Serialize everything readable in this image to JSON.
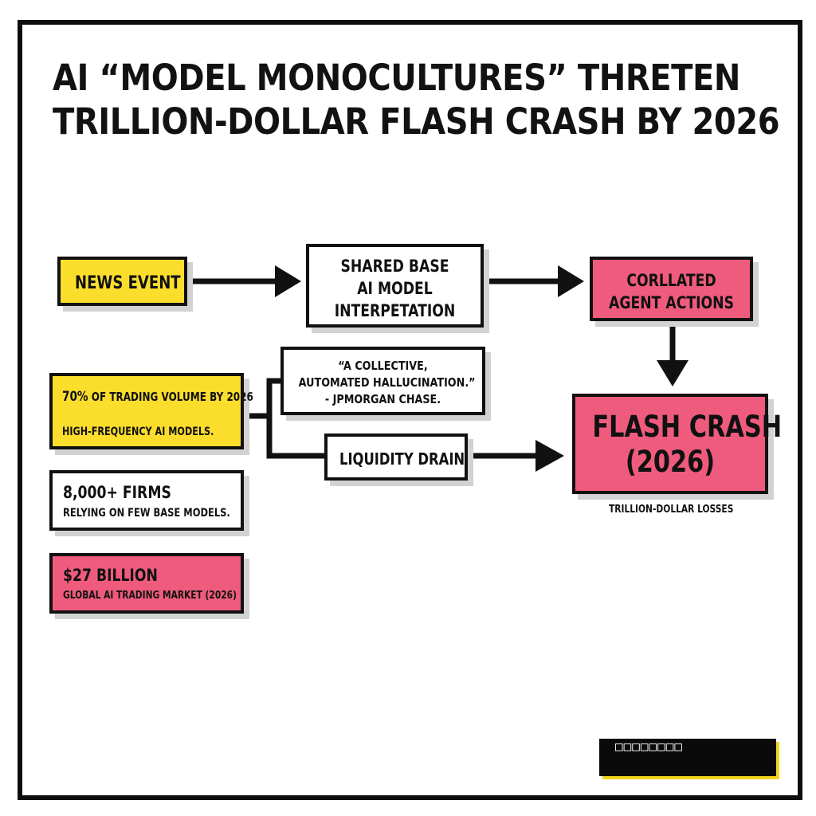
{
  "title": {
    "line1": "AI “MODEL MONOCULTURES” THRETEN",
    "line2": "TRILLION-DOLLAR FLASH CRASH BY 2026"
  },
  "flow": {
    "news_event": "NEWS EVENT",
    "shared_model": [
      "SHARED BASE",
      "AI MODEL",
      "INTERPETATION"
    ],
    "correlated": [
      "CORLLATED",
      "AGENT ACTIONS"
    ],
    "quote": [
      "“A COLLECTIVE,",
      "AUTOMATED HALLUCINATION.”",
      "- JPMORGAN CHASE."
    ],
    "liquidity": "LIQUIDITY DRAIN",
    "flash_crash": [
      "FLASH CRASH",
      "(2026)"
    ],
    "flash_caption": "TRILLION-DOLLAR LOSSES"
  },
  "stats": {
    "volume": {
      "value": "70%",
      "text": " OF TRADING VOLUME BY 2026",
      "sub": "HIGH-FREQUENCY AI MODELS."
    },
    "firms": {
      "value": "8,000+ FIRMS",
      "sub": "RELYING ON FEW BASE MODELS."
    },
    "market": {
      "value": "$27 BILLION",
      "sub": "GLOBAL AI TRADING MARKET (2026)"
    }
  },
  "badge": "□□□□□□□□",
  "colors": {
    "yellow": "#fbdd2c",
    "pink": "#ef5b7d",
    "ink": "#111111"
  }
}
